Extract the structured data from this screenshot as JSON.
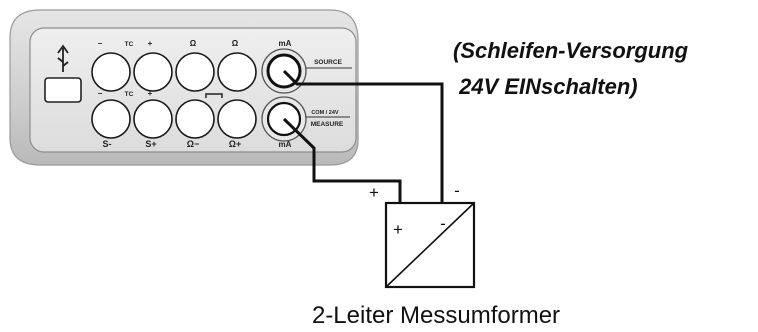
{
  "device": {
    "top_labels": {
      "tc_minus": "−",
      "tc": "TC",
      "tc_plus": "+",
      "ohm_1": "Ω",
      "ohm_2": "Ω",
      "source_ma": "mA"
    },
    "mid_labels": {
      "tc_minus_2": "−",
      "tc_2": "TC",
      "tc_plus_2": "+"
    },
    "bottom_labels": {
      "s_minus": "S-",
      "s_plus": "S+",
      "ohm_minus": "Ω−",
      "ohm_plus": "Ω+",
      "measure_ma": "mA"
    },
    "source_label": "SOURCE",
    "com_label": "COM / 24V",
    "measure_label": "MEASURE",
    "usb_icon": "usb-icon"
  },
  "annotation": {
    "line1": "(Schleifen-Versorgung",
    "line2": " 24V EINschalten)"
  },
  "transmitter": {
    "caption": "2-Leiter Messumformer",
    "plus_outer": "+",
    "minus_outer": "-",
    "plus_inner": "+",
    "minus_inner": "-"
  }
}
